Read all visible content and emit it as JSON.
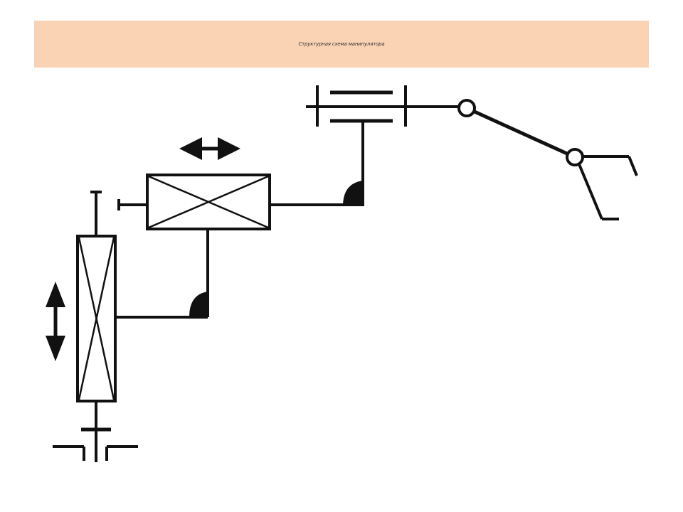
{
  "slide": {
    "title": "Структурная схема манипулятора"
  },
  "colors": {
    "title_bar_background": "#fad3b5",
    "line_color": "#111111",
    "background": "#ffffff"
  },
  "diagram": {
    "elements": [
      "base-joint",
      "vertical-prismatic-joint",
      "vertical-motion-arrow-icon",
      "horizontal-prismatic-joint",
      "horizontal-motion-arrow-icon",
      "rigid-connection-lower",
      "rigid-connection-upper",
      "rotary-joint",
      "wrist-hinge-1",
      "wrist-hinge-2",
      "gripper"
    ]
  }
}
